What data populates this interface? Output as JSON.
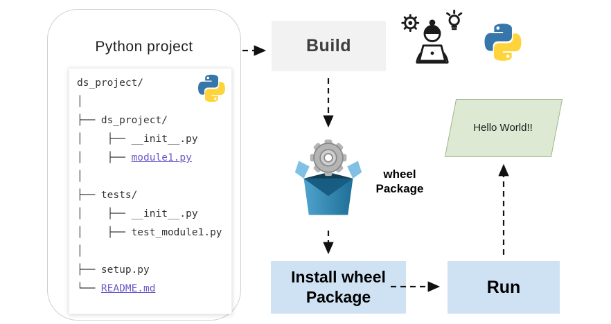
{
  "project": {
    "title": "Python project",
    "tree": [
      {
        "p": "",
        "t": "ds_project/",
        "link": false
      },
      {
        "p": "│",
        "t": "",
        "link": false
      },
      {
        "p": "├── ",
        "t": "ds_project/",
        "link": false
      },
      {
        "p": "│    ├── ",
        "t": "__init__.py",
        "link": false
      },
      {
        "p": "│    ├── ",
        "t": "module1.py",
        "link": true
      },
      {
        "p": "│",
        "t": "",
        "link": false
      },
      {
        "p": "├── ",
        "t": "tests/",
        "link": false
      },
      {
        "p": "│    ├── ",
        "t": "__init__.py",
        "link": false
      },
      {
        "p": "│    ├── ",
        "t": "test_module1.py",
        "link": false
      },
      {
        "p": "│",
        "t": "",
        "link": false
      },
      {
        "p": "├── ",
        "t": "setup.py",
        "link": false
      },
      {
        "p": "└── ",
        "t": "README.md",
        "link": true
      }
    ]
  },
  "flow": {
    "build": "Build",
    "wheel": "wheel Package",
    "install": "Install wheel Package",
    "run": "Run",
    "output": "Hello World!!"
  },
  "icons": {
    "python_logo_small": "python-logo",
    "python_logo_large": "python-logo",
    "developer": "developer-at-laptop-with-gear-and-lightbulb",
    "wheel_package": "open-box-with-gear"
  },
  "colors": {
    "build_box": "#f2f2f2",
    "action_box": "#cfe2f3",
    "output_shape": "#dde9d2",
    "output_border": "#9fb48c",
    "link": "#675bc8",
    "python_blue": "#3776ab",
    "python_yellow": "#ffd43b",
    "box_blue_light": "#7fc0e4",
    "box_blue_dark": "#1f6f97",
    "gear_gray": "#b5b5b5",
    "arrow": "#111111"
  }
}
